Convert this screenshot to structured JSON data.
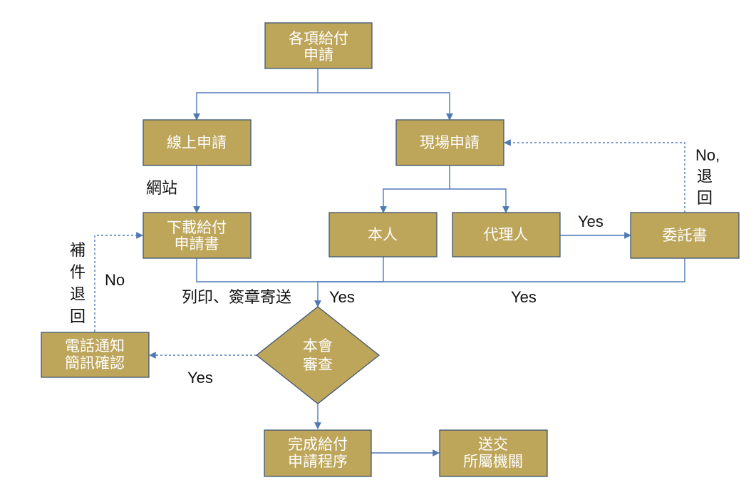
{
  "nodes": {
    "apply": [
      "各項給付",
      "申請"
    ],
    "online": [
      "線上申請"
    ],
    "onsite": [
      "現場申請"
    ],
    "download": [
      "下載給付",
      "申請書"
    ],
    "self": [
      "本人"
    ],
    "agent": [
      "代理人"
    ],
    "proxy": [
      "委託書"
    ],
    "notify": [
      "電話通知",
      "簡訊確認"
    ],
    "review": [
      "本會",
      "審查"
    ],
    "complete": [
      "完成給付",
      "申請程序"
    ],
    "send": [
      "送交",
      "所屬機關"
    ]
  },
  "labels": {
    "website": "網站",
    "print": "列印、簽章寄送",
    "yes_main": "Yes",
    "yes_agent": "Yes",
    "yes_proxy": "Yes",
    "yes_notify": "Yes",
    "no_left": "No",
    "supplement": [
      "補",
      "件",
      "退",
      "回"
    ],
    "no_return": [
      "No,",
      "退",
      "回"
    ]
  }
}
